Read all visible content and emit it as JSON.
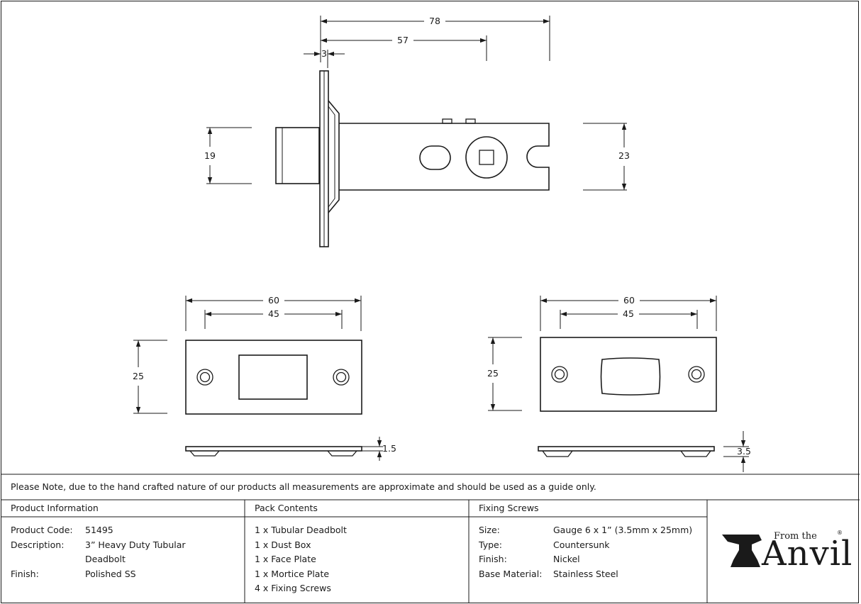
{
  "dimensions": {
    "overall_length": "78",
    "backset": "57",
    "faceplate_thickness": "3",
    "bolt_height": "19",
    "body_height": "23",
    "face_plate_length": "60",
    "face_plate_hole_centres": "45",
    "face_plate_width": "25",
    "face_plate_thickness": "1.5",
    "mortice_plate_length": "60",
    "mortice_plate_hole_centres": "45",
    "mortice_plate_width": "25",
    "mortice_plate_thickness": "3.5"
  },
  "note": "Please Note, due to the hand crafted nature of our products all measurements are approximate and should be used as a guide only.",
  "product_info": {
    "heading": "Product Information",
    "code_label": "Product Code:",
    "code_value": "51495",
    "description_label": "Description:",
    "description_line1": "3” Heavy Duty Tubular",
    "description_line2": "Deadbolt",
    "finish_label": "Finish:",
    "finish_value": "Polished SS"
  },
  "pack_contents": {
    "heading": "Pack Contents",
    "items": [
      "1 x Tubular Deadbolt",
      "1 x Dust Box",
      "1 x Face Plate",
      "1 x Mortice Plate",
      "4 x Fixing Screws"
    ]
  },
  "fixing_screws": {
    "heading": "Fixing Screws",
    "size_label": "Size:",
    "size_value": "Gauge 6 x 1” (3.5mm x 25mm)",
    "type_label": "Type:",
    "type_value": "Countersunk",
    "finish_label": "Finish:",
    "finish_value": "Nickel",
    "material_label": "Base Material:",
    "material_value": "Stainless Steel"
  },
  "logo": {
    "from_the": "From the",
    "anvil": "Anvil",
    "reg": "®"
  }
}
